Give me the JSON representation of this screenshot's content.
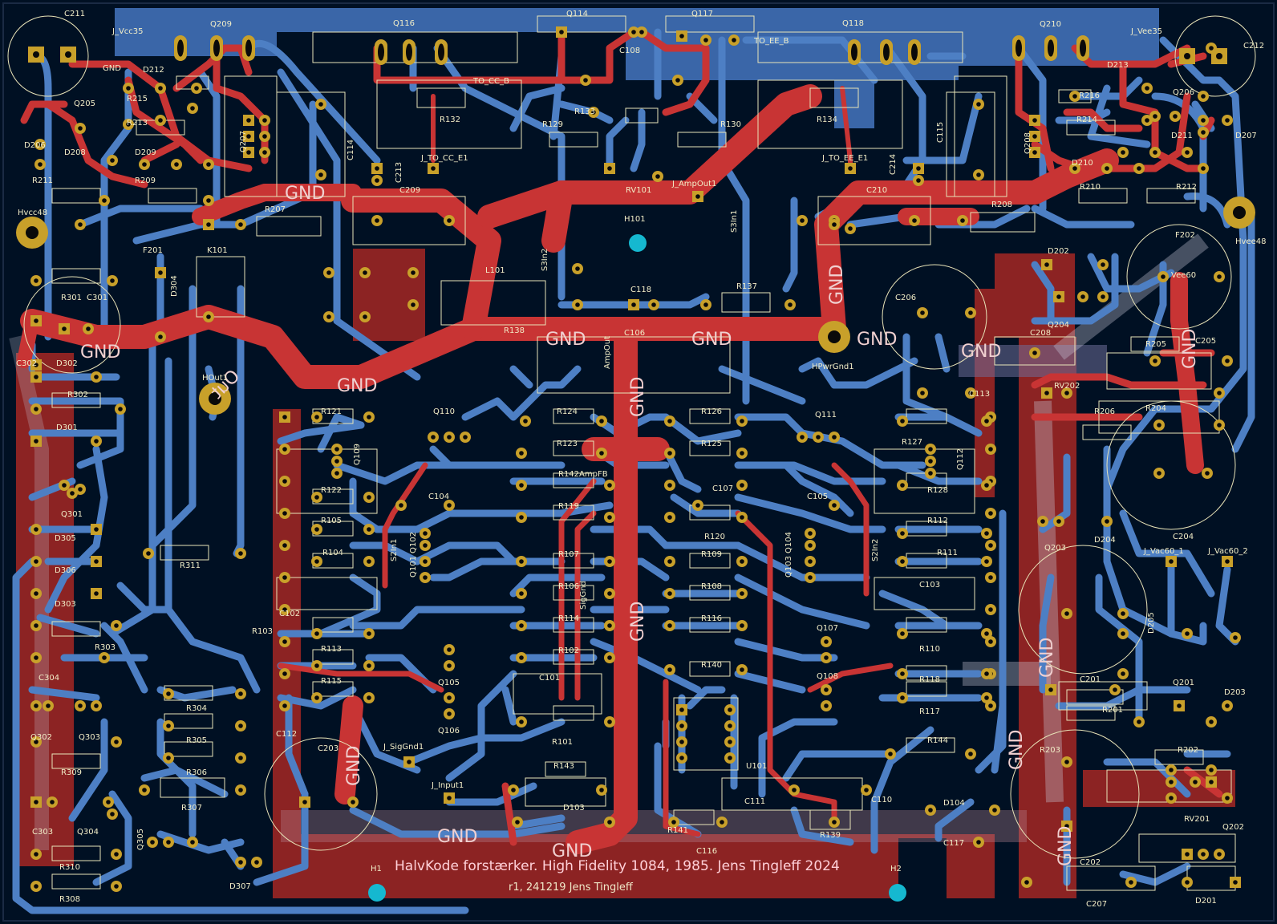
{
  "board": {
    "title_line1": "HalvKode forstærker. High Fidelity 1084, 1985. Jens Tingleff 2024",
    "title_line2": "r1, 241219 Jens Tingleff",
    "mirrored_out_label": "Out",
    "gnd_label": "GND",
    "colors": {
      "background": "#001023",
      "front_copper": "#c83434",
      "back_copper": "#4d7fc4",
      "pads": "#c8a02a",
      "silkscreen": "#f2eec8",
      "mounting_holes": "#15b8d0"
    },
    "top_refs": [
      "C211",
      "J_Vcc35",
      "Q209",
      "Q116",
      "Q114",
      "Q117",
      "Q118",
      "Q210",
      "J_Vee35",
      "C212",
      "C108",
      "TO_EE_B",
      "TO_CC_B",
      "D212",
      "D213",
      "R215",
      "R216",
      "R213",
      "R214",
      "Q205",
      "Q206",
      "Q207",
      "Q208",
      "D206",
      "D207",
      "D208",
      "D209",
      "D210",
      "D211",
      "R211",
      "R209",
      "R210",
      "R212",
      "R132",
      "R133",
      "R129",
      "R130",
      "R134",
      "J_TO_CC_E1",
      "J_TO_EE_E1",
      "C114",
      "C115",
      "C213",
      "C214",
      "RV101",
      "J_AmpOut1",
      "C209",
      "C210",
      "GND",
      "Hvcc48",
      "Hvee48",
      "R207",
      "R208",
      "K101",
      "F201",
      "F202",
      "H101",
      "S3In1",
      "S3In2",
      "L101",
      "C118",
      "R137",
      "R138",
      "C106",
      "HPwrGnd1",
      "C206",
      "C208",
      "Vee60",
      "D202",
      "Q204",
      "R205",
      "C205",
      "RV202",
      "R204",
      "R206",
      "C113",
      "D304",
      "R301",
      "C301",
      "D302",
      "R302",
      "D301",
      "C302",
      "HOut1",
      "AmpOut"
    ],
    "mid_refs": [
      "R121",
      "Q110",
      "Q109",
      "R124",
      "R123",
      "R126",
      "R125",
      "Q111",
      "R127",
      "Q112",
      "R122",
      "C104",
      "R142AmpFB",
      "C107",
      "C105",
      "R128",
      "R105",
      "R119",
      "R120",
      "R112",
      "R104",
      "Q102",
      "Q101",
      "S2In1",
      "R107",
      "R109",
      "Q104",
      "Q103",
      "S2In2",
      "R111",
      "R106",
      "SigGnd",
      "R108",
      "C103",
      "C102",
      "R103",
      "R114",
      "R116",
      "Q107",
      "R110",
      "R113",
      "R102",
      "R140",
      "Q105",
      "Q108",
      "R115",
      "C101",
      "R118",
      "R117",
      "Q106",
      "R101",
      "R144",
      "C112",
      "C203",
      "J_SigGnd1",
      "R143",
      "U101",
      "J_Input1",
      "C111",
      "C110",
      "D103",
      "D104",
      "C116",
      "R141",
      "R139",
      "C117",
      "R311",
      "Q301",
      "D305",
      "D306",
      "D303",
      "R303",
      "C304",
      "R304",
      "Q302",
      "Q303",
      "R305",
      "R309",
      "R306",
      "R307",
      "C303",
      "Q304",
      "Q305",
      "R310",
      "R308",
      "D307",
      "H1",
      "H2",
      "Q203",
      "D204",
      "C204",
      "J_Vac60_1",
      "J_Vac60_2",
      "D205",
      "C201",
      "Q201",
      "D203",
      "R201",
      "R203",
      "R202",
      "RV201",
      "Q202",
      "C202",
      "C207",
      "D201"
    ]
  }
}
